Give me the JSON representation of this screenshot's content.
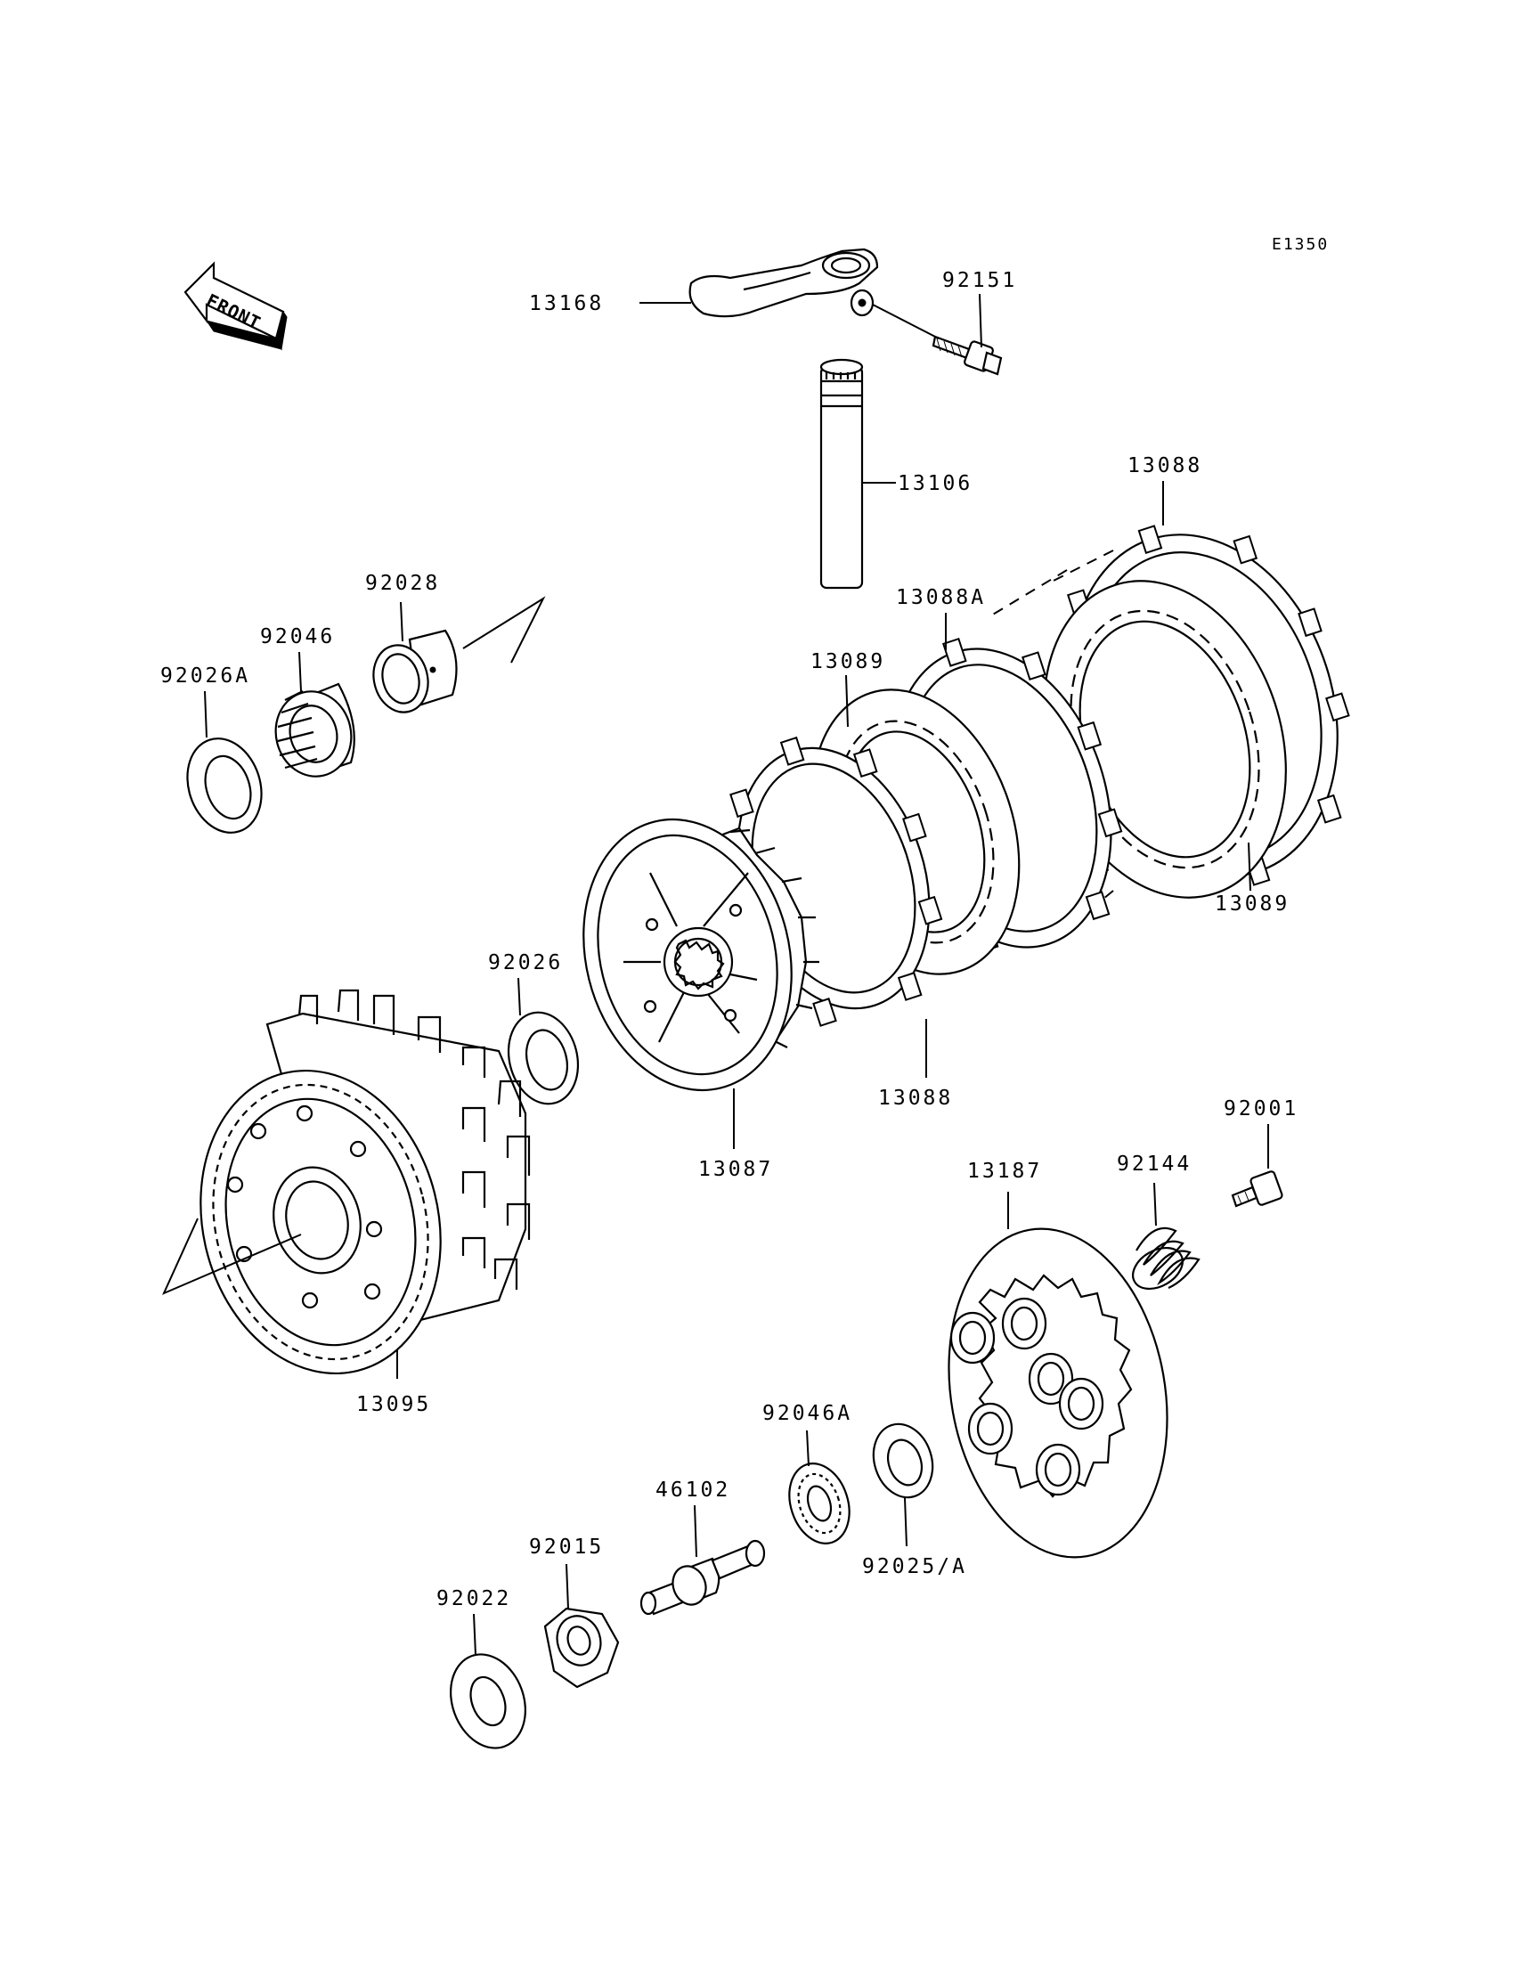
{
  "diagram": {
    "code": "E1350",
    "front_label": "FRONT",
    "parts": [
      {
        "id": "13168"
      },
      {
        "id": "92151"
      },
      {
        "id": "13106"
      },
      {
        "id": "13088"
      },
      {
        "id": "13088A"
      },
      {
        "id": "13089"
      },
      {
        "id": "92028"
      },
      {
        "id": "92046"
      },
      {
        "id": "92026A"
      },
      {
        "id": "13089"
      },
      {
        "id": "92026"
      },
      {
        "id": "13088"
      },
      {
        "id": "13087"
      },
      {
        "id": "92001"
      },
      {
        "id": "92144"
      },
      {
        "id": "13187"
      },
      {
        "id": "13095"
      },
      {
        "id": "92046A"
      },
      {
        "id": "46102"
      },
      {
        "id": "92015"
      },
      {
        "id": "92025/A"
      },
      {
        "id": "92022"
      }
    ]
  }
}
